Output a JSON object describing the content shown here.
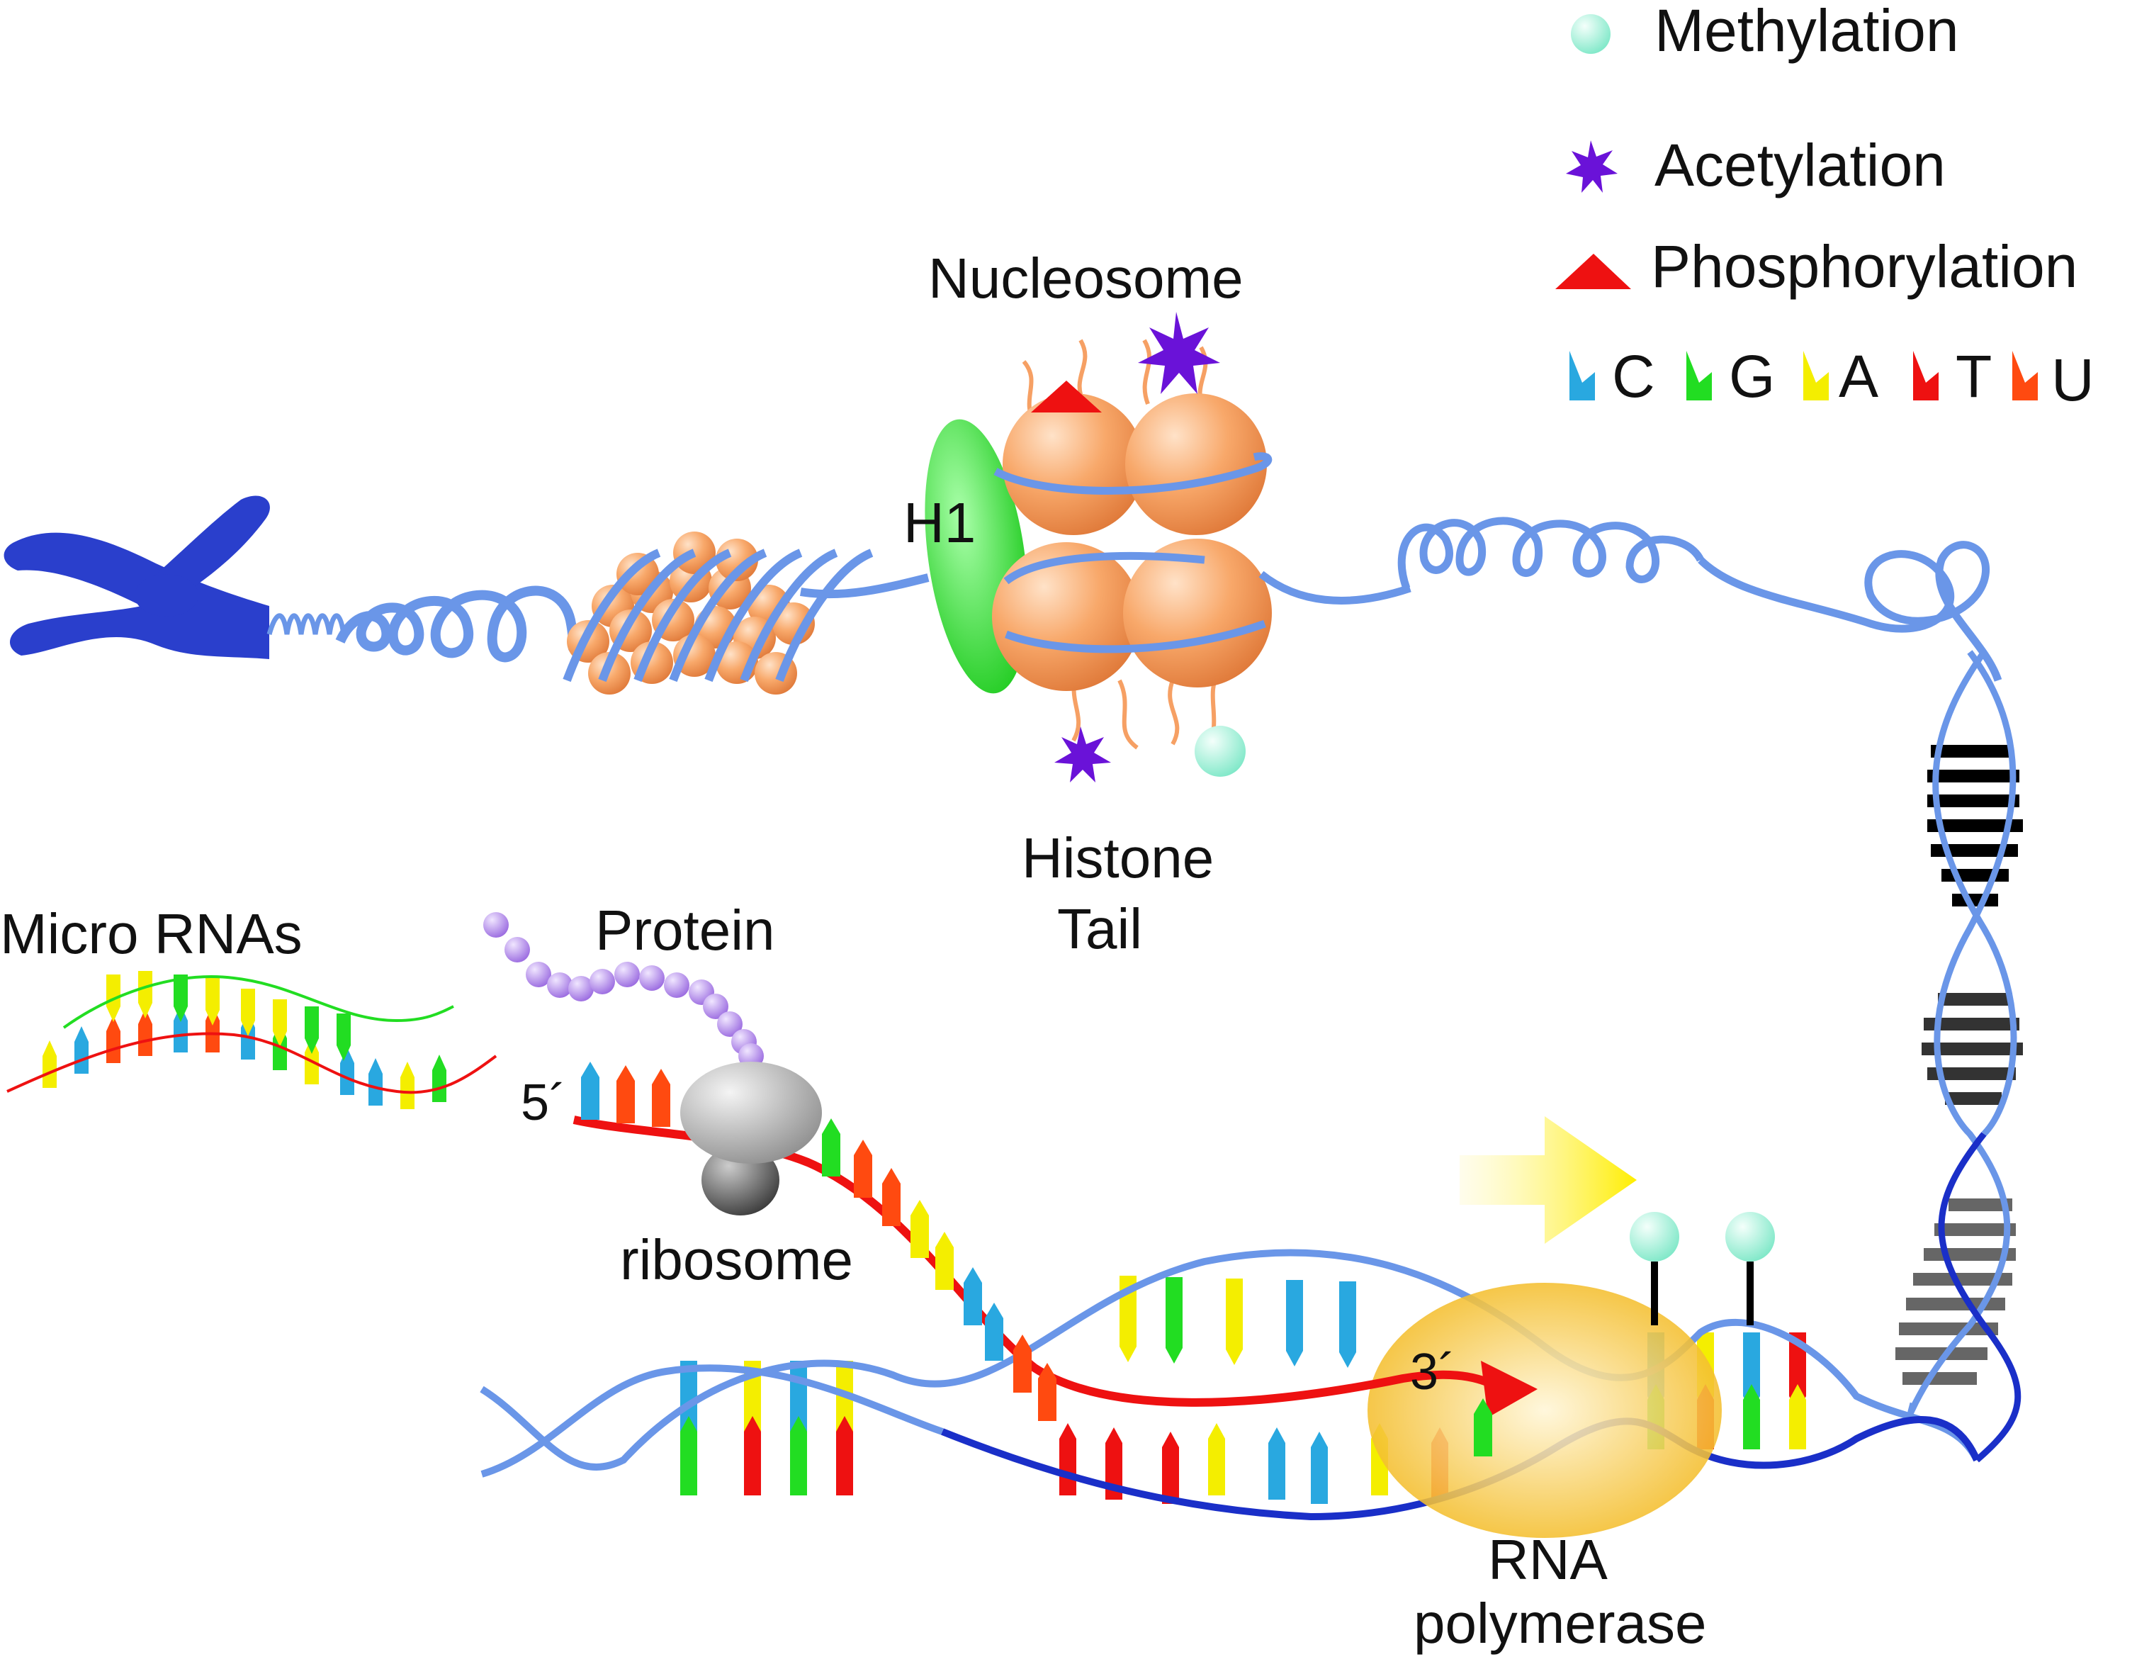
{
  "legend": {
    "methylation": "Methylation",
    "acetylation": "Acetylation",
    "phosphorylation": "Phosphorylation",
    "bases": [
      {
        "letter": "C",
        "color": "#29a8e0"
      },
      {
        "letter": "G",
        "color": "#22dd22"
      },
      {
        "letter": "A",
        "color": "#f4ee00"
      },
      {
        "letter": "T",
        "color": "#ee1111"
      },
      {
        "letter": "U",
        "color": "#ff4a10"
      }
    ]
  },
  "labels": {
    "nucleosome": "Nucleosome",
    "h1": "H1",
    "histone_tail_1": "Histone",
    "histone_tail_2": "Tail",
    "micro_rnas": "Micro RNAs",
    "protein": "Protein",
    "five_prime": "5´",
    "three_prime": "3´",
    "ribosome": "ribosome",
    "rna_polymerase_1": "RNA",
    "rna_polymerase_2": "polymerase"
  },
  "colors": {
    "dna": "#6a96e8",
    "dna_dark": "#1a2fc8",
    "chromosome": "#2a3fcc",
    "histone": "#f6a064",
    "h1": "#33dd33",
    "methyl": "#aaf5dd",
    "acetyl": "#6a12d8",
    "phospho": "#ee1111",
    "protein": "#b38ae8",
    "ribosome": "#a8a8a8",
    "mrna": "#ee1111",
    "polymerase": "#f6c530"
  }
}
